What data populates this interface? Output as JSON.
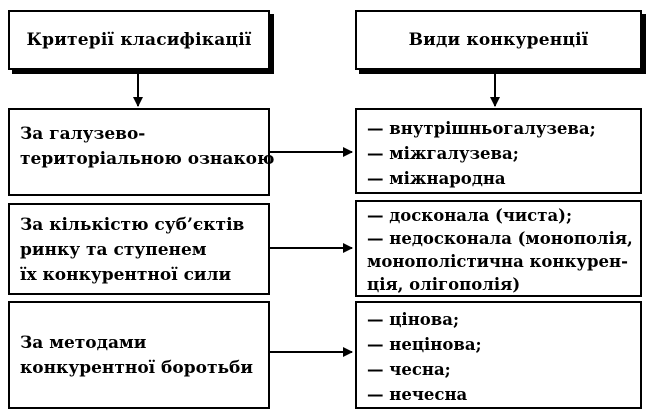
{
  "headers": {
    "criteria": "Критерії класифікації",
    "types": "Види конкуренції"
  },
  "rows": [
    {
      "criterion": [
        "За галузево-",
        "територіальною ознакою"
      ],
      "types": [
        "— внутрішньогалузева;",
        "— міжгалузева;",
        "— міжнародна"
      ]
    },
    {
      "criterion": [
        "За кількістю суб’єктів",
        "ринку та ступенем",
        "їх конкурентної сили"
      ],
      "types": [
        "— досконала (чиста);",
        "— недосконала (монополія,",
        "монополістична конкурен-",
        "ція, олігополія)"
      ]
    },
    {
      "criterion": [
        "За методами",
        "конкурентної боротьби"
      ],
      "types": [
        "— цінова;",
        "— нецінова;",
        "— чесна;",
        "— нечесна"
      ]
    }
  ]
}
